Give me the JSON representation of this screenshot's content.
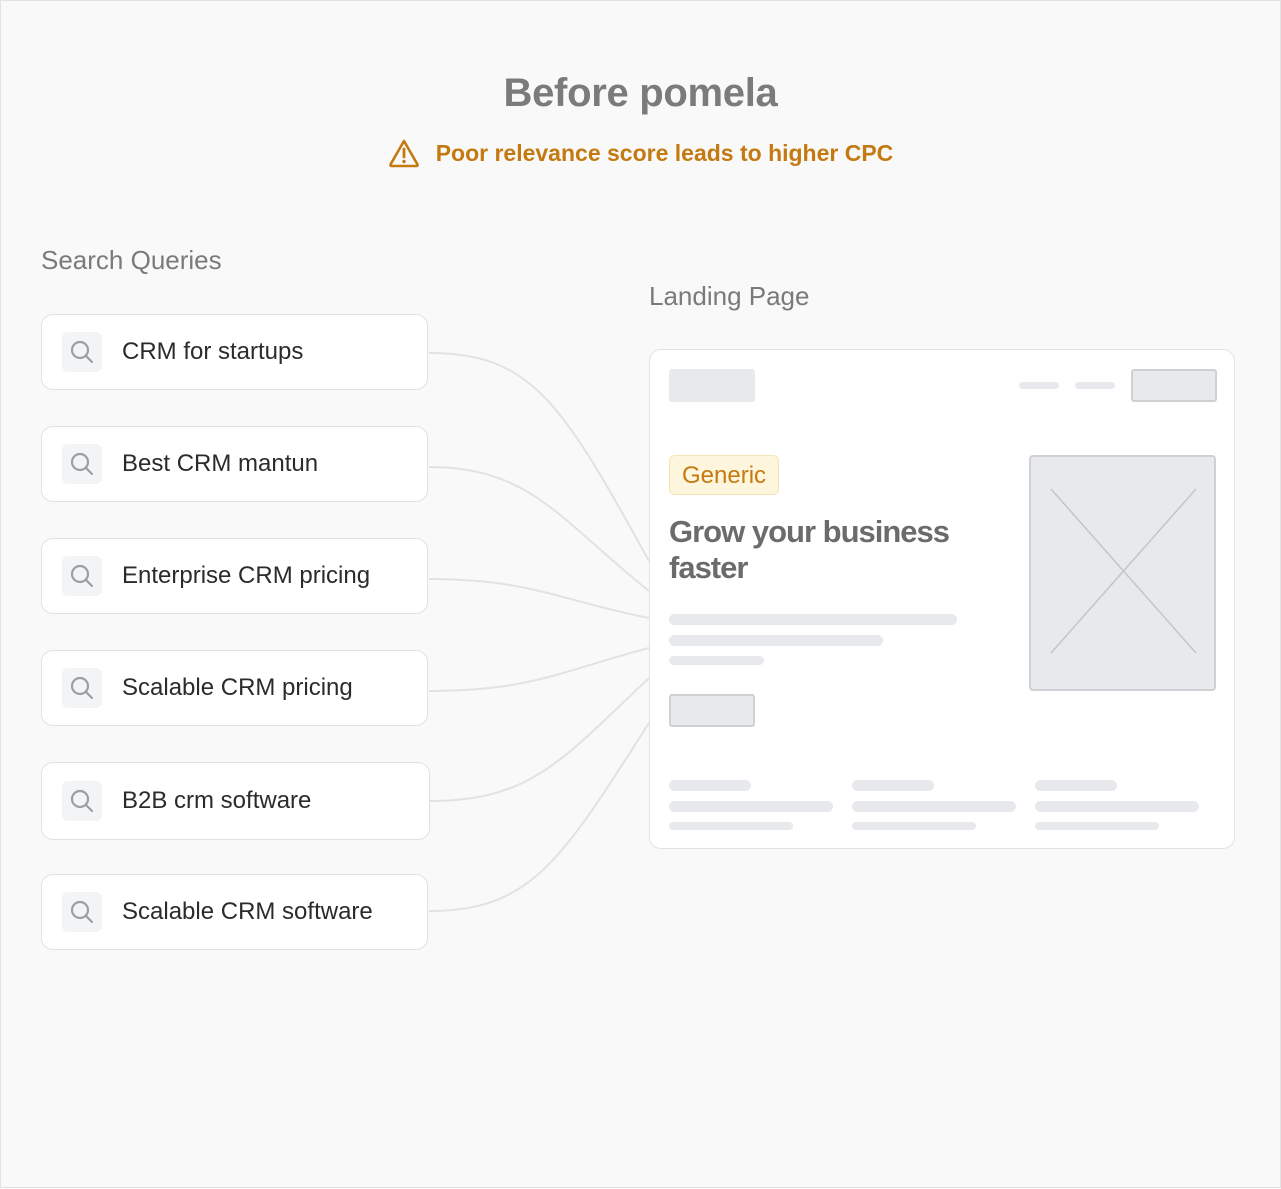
{
  "header": {
    "title": "Before pomela",
    "warning_text": "Poor relevance score leads to higher CPC",
    "warning_icon": "warning-triangle-icon",
    "warning_color": "#c47a10"
  },
  "search_queries": {
    "label": "Search Queries",
    "items": [
      {
        "label": "CRM for startups",
        "icon": "search-icon"
      },
      {
        "label": "Best CRM mantun",
        "icon": "search-icon"
      },
      {
        "label": "Enterprise CRM pricing",
        "icon": "search-icon"
      },
      {
        "label": "Scalable CRM pricing",
        "icon": "search-icon"
      },
      {
        "label": "B2B crm software",
        "icon": "search-icon"
      },
      {
        "label": "Scalable CRM software",
        "icon": "search-icon"
      }
    ]
  },
  "landing_page": {
    "label": "Landing Page",
    "badge": "Generic",
    "headline": "Grow your business faster",
    "image_icon": "image-placeholder-icon"
  }
}
